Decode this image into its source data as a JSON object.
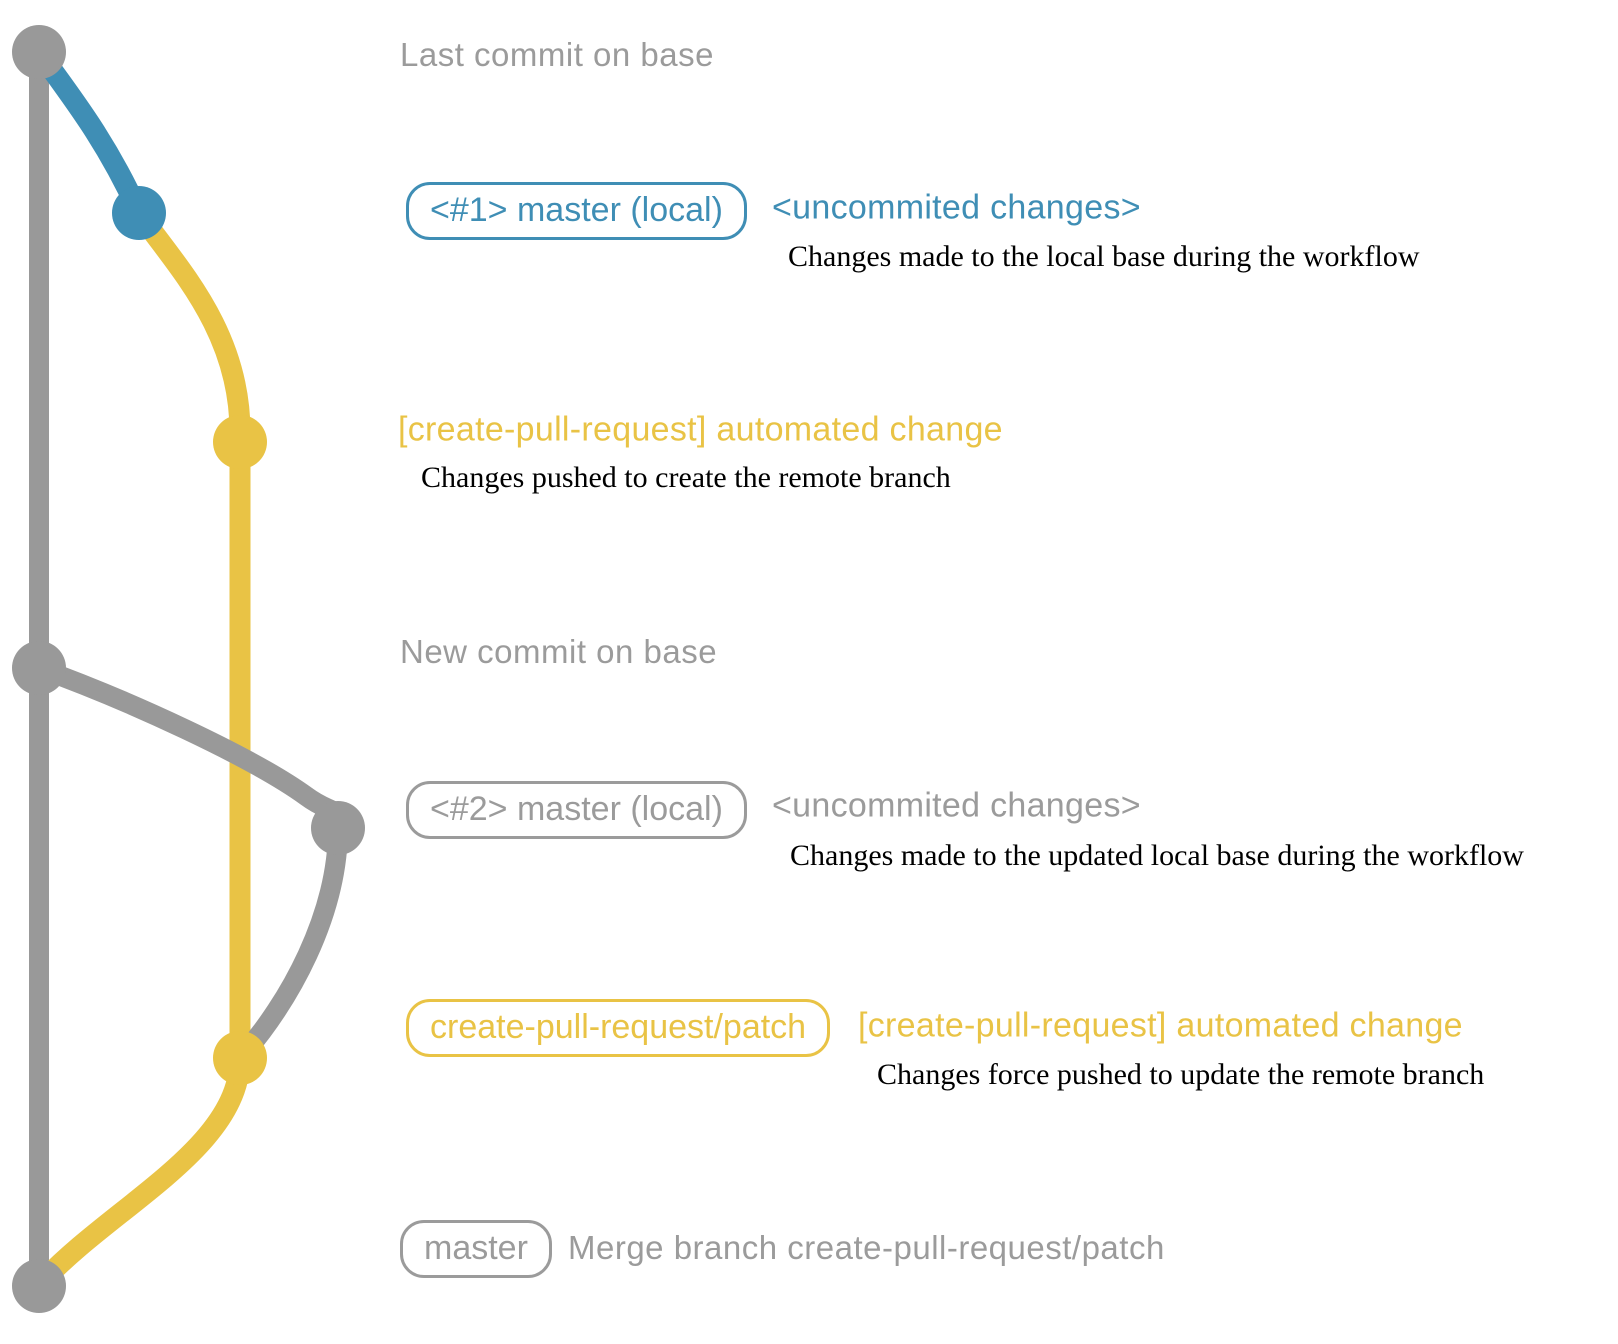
{
  "colors": {
    "blue": "#3f8eb5",
    "yellow": "#e9c345",
    "gray": "#999999",
    "text_gray": "#9b9b9b",
    "black": "#000000"
  },
  "diagram": {
    "row_last_commit": {
      "label": "Last commit on base"
    },
    "row_local_1": {
      "tag": "<#1> master (local)",
      "annotation": "<uncommited changes>",
      "description": "Changes made to the local base during the workflow"
    },
    "row_push_1": {
      "label": "[create-pull-request] automated change",
      "description": "Changes pushed to create the remote branch"
    },
    "row_new_commit": {
      "label": "New commit on base"
    },
    "row_local_2": {
      "tag": "<#2> master (local)",
      "annotation": "<uncommited changes>",
      "description": "Changes made to the updated local base during the workflow"
    },
    "row_push_2": {
      "tag": "create-pull-request/patch",
      "annotation": "[create-pull-request] automated change",
      "description": "Changes force pushed to update the remote branch"
    },
    "row_merge": {
      "tag": "master",
      "message": "Merge branch create-pull-request/patch"
    }
  }
}
